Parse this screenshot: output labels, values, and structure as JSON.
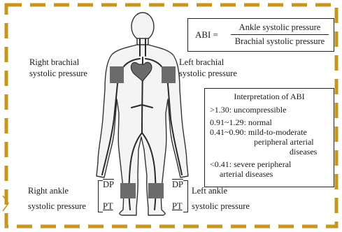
{
  "colors": {
    "frame_dash": "#c8961e",
    "cuff": "#6b6b6b",
    "vessel": "#2a2a2a",
    "body_outline": "#333333",
    "body_fill": "#f4f4f4"
  },
  "formula": {
    "lhs": "ABI =",
    "numerator": "Ankle systolic pressure",
    "denominator": "Brachial systolic pressure"
  },
  "labels": {
    "right_brachial_1": "Right brachial",
    "right_brachial_2": "systolic pressure",
    "left_brachial_1": "Left brachial",
    "left_brachial_2": "systolic pressure",
    "right_ankle_1": "Right ankle",
    "right_ankle_2": "systolic pressure",
    "left_ankle_1": "Left ankle",
    "left_ankle_2": "systolic pressure",
    "dp_right": "DP",
    "pt_right": "PT",
    "dp_left": "DP",
    "pt_left": "PT"
  },
  "interpretation": {
    "title": "Interpretation of ABI",
    "row1": ">1.30: uncompressible",
    "row2": "0.91~1.29: normal",
    "row3_1": "0.41~0.90: mild-to-moderate",
    "row3_2": "peripheral arterial",
    "row3_3": "diseases",
    "row4_1": "<0.41: severe peripheral",
    "row4_2": "arterial diseases"
  }
}
